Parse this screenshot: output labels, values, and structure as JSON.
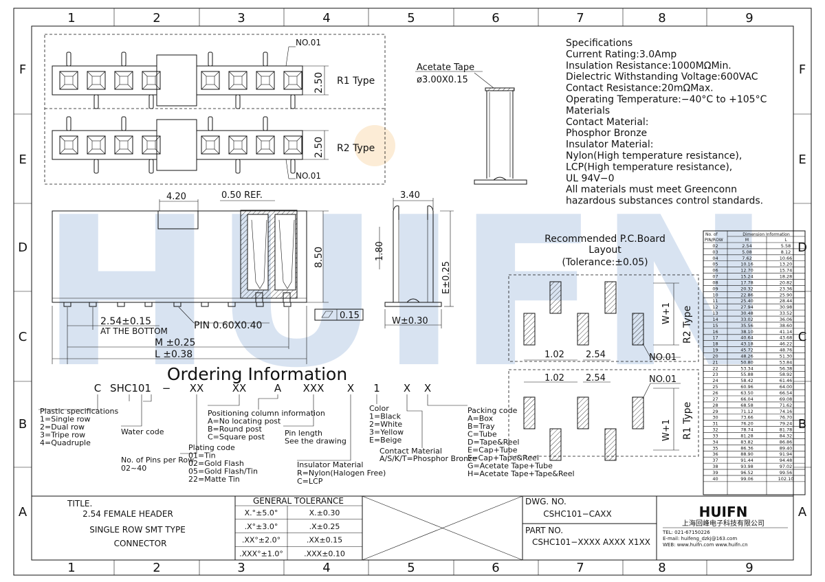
{
  "frame": {
    "col_labels": [
      "1",
      "2",
      "3",
      "4",
      "5",
      "6",
      "7",
      "8",
      "9"
    ],
    "row_labels": [
      "F",
      "E",
      "D",
      "C",
      "B",
      "A"
    ]
  },
  "watermark": "HUIFN",
  "top_view": {
    "r1_label": "R1 Type",
    "r2_label": "R2 Type",
    "dim_height": "2.50",
    "no01_top": "NO.01",
    "no01_bottom": "NO.01"
  },
  "side_view": {
    "dim_420": "4.20",
    "dim_050": "0.50 REF.",
    "dim_850": "8.50",
    "pitch": "2.54±0.15",
    "at_bottom": "AT THE BOTTOM",
    "pin": "PIN 0.60X0.40",
    "m_dim": "M ±0.25",
    "l_dim": "L ±0.38",
    "flatness": "0.15"
  },
  "end_view": {
    "dim_340": "3.40",
    "dim_180": "1.80",
    "e_dim": "E±0.25",
    "w_dim": "W±0.30"
  },
  "tape": {
    "title": "Acetate Tape",
    "size": "ø3.00X0.15"
  },
  "specs": {
    "lines": [
      "Specifications",
      "Current Rating:3.0Amp",
      "Insulation Resistance:1000MΩMin.",
      "Dielectric Withstanding Voltage:600VAC",
      "Contact Resistance:20mΩMax.",
      "Operating Temperature:−40°C to +105°C",
      "Materials",
      "Contact Material:",
      "Phosphor Bronze",
      "Insulator Material:",
      "Nylon(High temperature resistance),",
      "LCP(High temperature resistance),",
      "UL 94V−0",
      "All materials must meet Greenconn",
      "hazardous substances control standards."
    ]
  },
  "pcb": {
    "title1": "Recommended P.C.Board",
    "title2": "Layout",
    "tol": "(Tolerance:±0.05)",
    "dim_102": "1.02",
    "dim_254": "2.54",
    "no01": "NO.01",
    "w1": "W+1",
    "r2": "R2 Type",
    "r1": "R1 Type"
  },
  "dim_table": {
    "h1": "No. of",
    "h1b": "PIN/ROW",
    "h2": "Dimension Information",
    "hm": "M",
    "hl": "L",
    "rows": [
      [
        "02",
        "2.54",
        "5.58"
      ],
      [
        "03",
        "5.08",
        "8.12"
      ],
      [
        "04",
        "7.62",
        "10.66"
      ],
      [
        "05",
        "10.16",
        "13.20"
      ],
      [
        "06",
        "12.70",
        "15.74"
      ],
      [
        "07",
        "15.24",
        "18.28"
      ],
      [
        "08",
        "17.78",
        "20.82"
      ],
      [
        "09",
        "20.32",
        "23.36"
      ],
      [
        "10",
        "22.86",
        "25.90"
      ],
      [
        "11",
        "25.40",
        "28.44"
      ],
      [
        "12",
        "27.94",
        "30.98"
      ],
      [
        "13",
        "30.48",
        "33.52"
      ],
      [
        "14",
        "33.02",
        "36.06"
      ],
      [
        "15",
        "35.56",
        "38.60"
      ],
      [
        "16",
        "38.10",
        "41.14"
      ],
      [
        "17",
        "40.64",
        "43.68"
      ],
      [
        "18",
        "43.18",
        "46.22"
      ],
      [
        "19",
        "45.72",
        "48.76"
      ],
      [
        "20",
        "48.26",
        "51.30"
      ],
      [
        "21",
        "50.80",
        "53.84"
      ],
      [
        "22",
        "53.34",
        "56.38"
      ],
      [
        "23",
        "55.88",
        "58.92"
      ],
      [
        "24",
        "58.42",
        "61.46"
      ],
      [
        "25",
        "60.96",
        "64.00"
      ],
      [
        "26",
        "63.50",
        "66.54"
      ],
      [
        "27",
        "66.04",
        "69.08"
      ],
      [
        "28",
        "68.58",
        "71.62"
      ],
      [
        "29",
        "71.12",
        "74.16"
      ],
      [
        "30",
        "73.66",
        "76.70"
      ],
      [
        "31",
        "76.20",
        "79.24"
      ],
      [
        "32",
        "78.74",
        "81.78"
      ],
      [
        "33",
        "81.28",
        "84.32"
      ],
      [
        "34",
        "83.82",
        "86.86"
      ],
      [
        "35",
        "86.36",
        "89.40"
      ],
      [
        "36",
        "88.90",
        "91.94"
      ],
      [
        "37",
        "91.44",
        "94.48"
      ],
      [
        "38",
        "93.98",
        "97.02"
      ],
      [
        "39",
        "96.52",
        "99.56"
      ],
      [
        "40",
        "99.06",
        "102.10"
      ]
    ]
  },
  "ordering": {
    "title": "Ordering Information",
    "code_parts": [
      "C",
      "SHC101",
      "−",
      "XX",
      "XX",
      "A",
      "XXX",
      "X",
      "1",
      "X",
      "X"
    ],
    "plastic": [
      "Plastic specifications",
      "1=Single row",
      "2=Dual row",
      "3=Tripe row",
      "4=Quadruple"
    ],
    "water": "Water code",
    "pins": [
      "No. of Pins per Row",
      "02~40"
    ],
    "plating": [
      "Plating code",
      "01=Tin",
      "02=Gold Flash",
      "05=Gold Flash/Tin",
      "22=Matte Tin"
    ],
    "position": [
      "Positioning column information",
      "A=No locating post",
      "B=Round post",
      "C=Square post"
    ],
    "pinlen": [
      "Pin length",
      "See the drawing"
    ],
    "insulator": [
      "Insulator Material",
      "R=Nylon(Halogen Free)",
      "C=LCP"
    ],
    "color": [
      "Color",
      "1=Black",
      "2=White",
      "3=Yellow",
      "E=Beige"
    ],
    "contact": [
      "Contact Material",
      "A/S/K/T=Phosphor Bronze"
    ],
    "packing": [
      "Packing code",
      "A=Box",
      "B=Tray",
      "C=Tube",
      "D=Tape&Reel",
      "E=Cap+Tube",
      "F=Cap+Tape&Reel",
      "G=Acetate Tape+Tube",
      "H=Acetate Tape+Tape&Reel"
    ]
  },
  "title_block": {
    "title_label": "TITLE.",
    "title1": "2.54 FEMALE HEADER",
    "title2": "SINGLE ROW SMT TYPE",
    "title3": "CONNECTOR",
    "gt_header": "GENERAL TOLERANCE",
    "gt_rows": [
      [
        "X.°±5.0°",
        "X.±0.30"
      ],
      [
        ".X°±3.0°",
        ".X±0.25"
      ],
      [
        ".XX°±2.0°",
        ".XX±0.15"
      ],
      [
        ".XXX°±1.0°",
        ".XXX±0.10"
      ]
    ],
    "dwg_label": "DWG. NO.",
    "dwg_no": "CSHC101−CAXX",
    "part_label": "PART NO.",
    "part_no": "CSHC101−XXXX AXXX X1XX",
    "logo": "HUIFN",
    "company": "上海回峰电子科技有限公司",
    "tel": "TEL: 021-67150226",
    "email": "E-mail: huifeng_dzkj@163.com",
    "web": "WEB: www.huifn.com   www.huifn.cn"
  }
}
